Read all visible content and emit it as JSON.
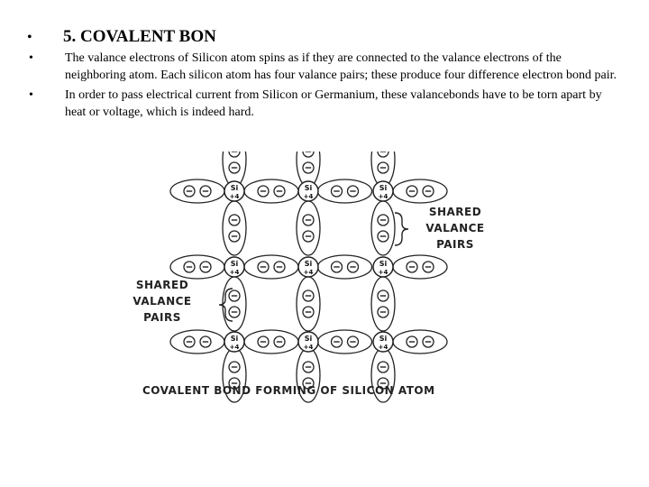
{
  "heading": {
    "bullet": "•",
    "text": "5. COVALENT BON"
  },
  "bullets": [
    {
      "dot": "•",
      "text": "The valance electrons of Silicon atom spins as if they are connected to the valance electrons of the neighboring atom. Each silicon atom has four valance pairs; these produce four difference electron bond pair."
    },
    {
      "dot": "•",
      "text": "In order to pass electrical current from Silicon or Germanium, these valancebonds have to be torn apart by heat or voltage, which is indeed hard."
    }
  ],
  "diagram": {
    "atom_symbol": "Si",
    "atom_charge": "+4",
    "electron_symbol": "⊖",
    "label_right": [
      "SHARED",
      "VALANCE",
      "PAIRS"
    ],
    "label_left": [
      "SHARED",
      "VALANCE",
      "PAIRS"
    ],
    "caption": "COVALENT BOND FORMING OF SILICON ATOM",
    "grid": {
      "rows": 3,
      "cols": 3
    }
  }
}
